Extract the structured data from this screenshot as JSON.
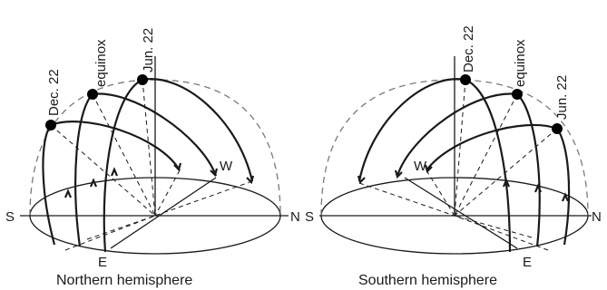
{
  "left_panel": {
    "caption": "Northern hemisphere",
    "compass": {
      "south": "S",
      "north": "N",
      "east": "E",
      "west": "W"
    },
    "sun_paths": [
      {
        "label": "Jun. 22"
      },
      {
        "label": "equinox"
      },
      {
        "label": "Dec. 22"
      }
    ]
  },
  "right_panel": {
    "caption": "Southern hemisphere",
    "compass": {
      "south": "S",
      "north": "N",
      "east": "E",
      "west": "W"
    },
    "sun_paths": [
      {
        "label": "Dec. 22"
      },
      {
        "label": "equinox"
      },
      {
        "label": "Jun. 22"
      }
    ]
  }
}
